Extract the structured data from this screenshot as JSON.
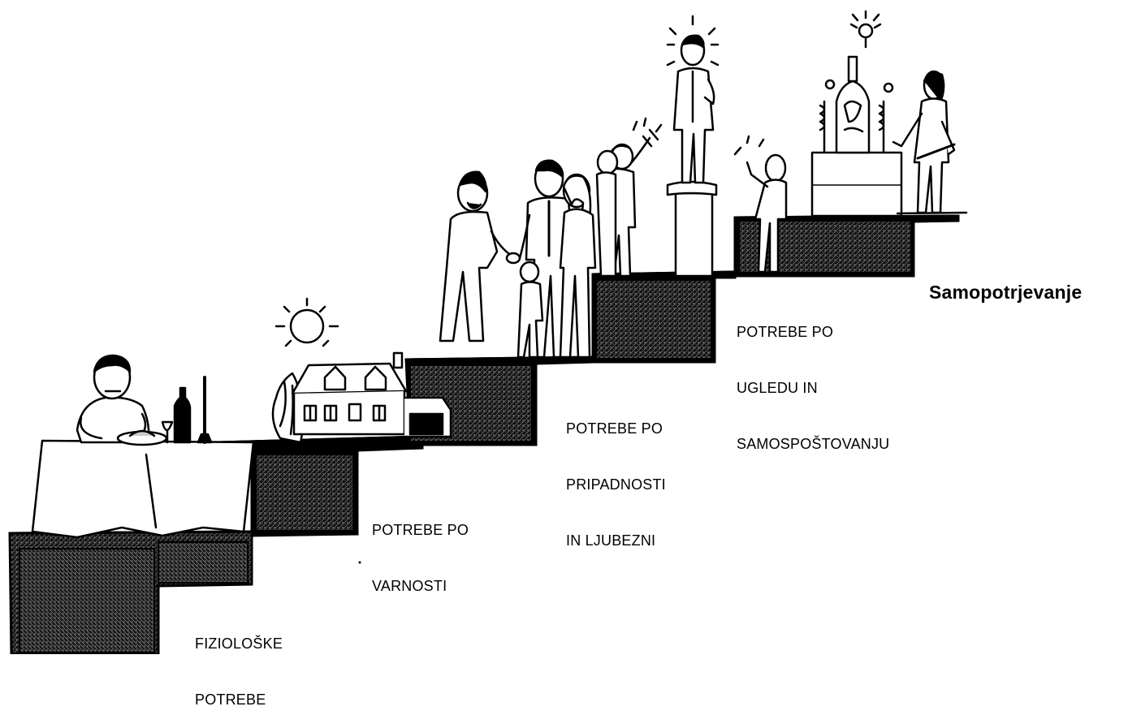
{
  "diagram": {
    "steps": [
      {
        "id": "physiological",
        "lines": [
          "FIZIOLOŠKE",
          "POTREBE"
        ]
      },
      {
        "id": "safety",
        "lines": [
          "POTREBE PO",
          "VARNOSTI"
        ]
      },
      {
        "id": "belonging",
        "lines": [
          "POTREBE PO",
          "PRIPADNOSTI",
          "IN LJUBEZNI"
        ]
      },
      {
        "id": "esteem",
        "lines": [
          "POTREBE PO",
          "UGLEDU IN",
          "SAMOSPOŠTOVANJU"
        ]
      },
      {
        "id": "self-actualization",
        "lines": [
          "Samopotrjevanje"
        ]
      }
    ]
  },
  "colors": {
    "ink": "#000000",
    "paper": "#ffffff"
  },
  "illustrations": [
    "man-dining-at-table",
    "house-with-sun",
    "handshake-family-group",
    "man-on-pedestal-applauded",
    "sculptor-with-statue"
  ]
}
